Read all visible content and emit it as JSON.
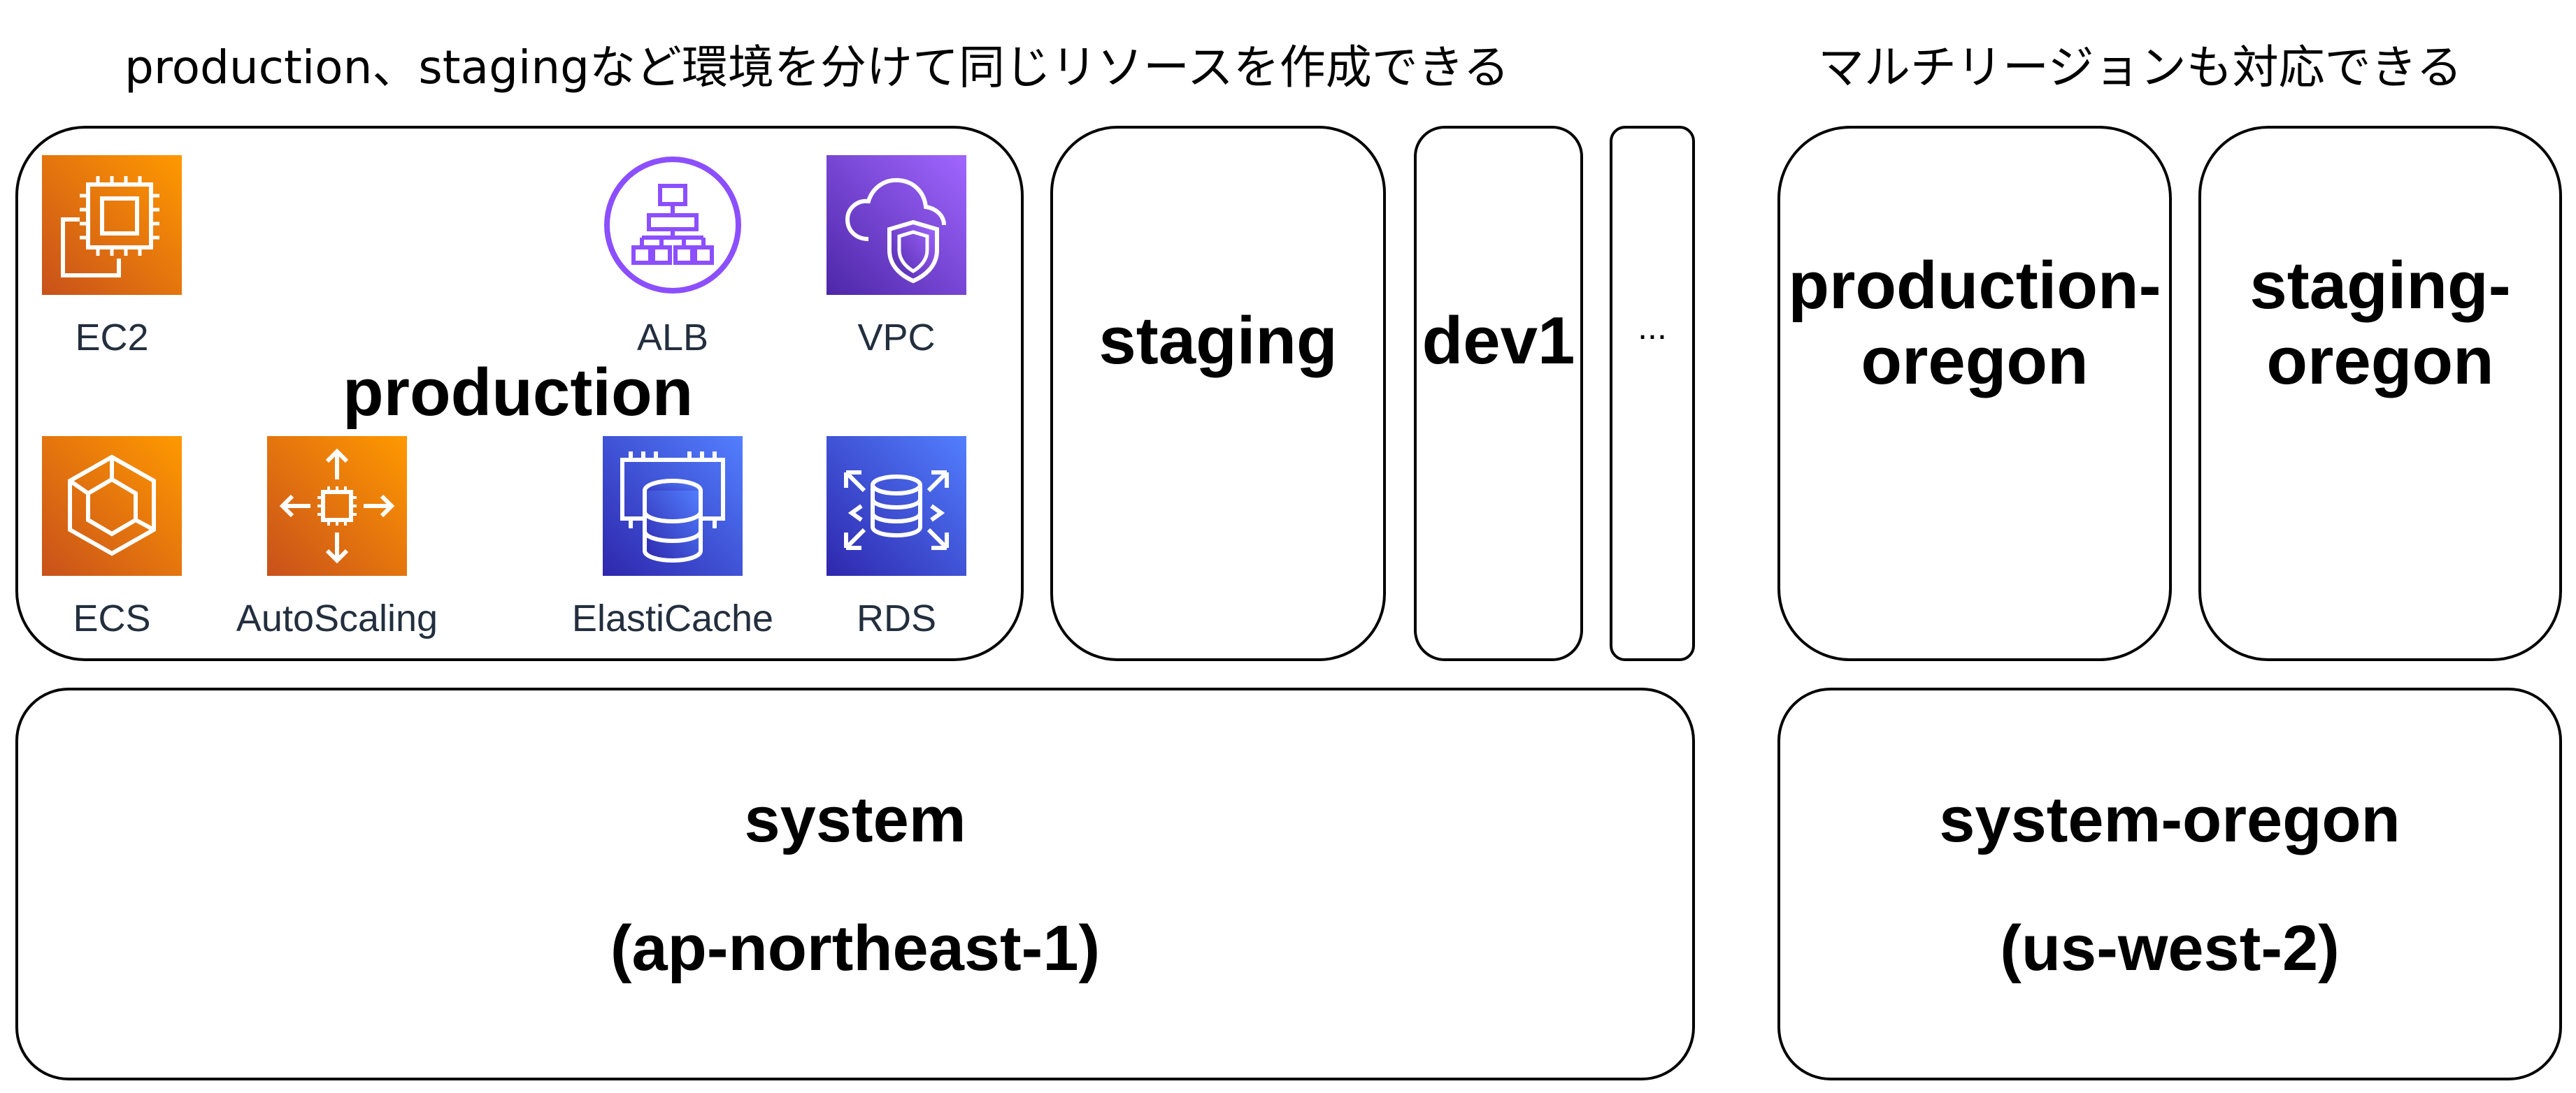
{
  "headings": {
    "left": "production、stagingなど環境を分けて同じリソースを作成できる",
    "right": "マルチリージョンも対応できる"
  },
  "environments": {
    "production": "production",
    "staging": "staging",
    "dev1": "dev1",
    "more": "...",
    "production_oregon_line1": "production-",
    "production_oregon_line2": "oregon",
    "staging_oregon_line1": "staging-",
    "staging_oregon_line2": "oregon"
  },
  "system": {
    "left_name": "system",
    "left_region": "(ap-northeast-1)",
    "right_name": "system-oregon",
    "right_region": "(us-west-2)"
  },
  "services": {
    "ec2": "EC2",
    "alb": "ALB",
    "vpc": "VPC",
    "ecs": "ECS",
    "autoscaling": "AutoScaling",
    "elasticache": "ElastiCache",
    "rds": "RDS"
  },
  "colors": {
    "compute_orange": "#e8780f",
    "network_purple": "#8c4fff",
    "database_blue": "#3b48cc",
    "label_text": "#232f3e"
  },
  "icons": {
    "ec2": "ec2-chip-icon",
    "alb": "alb-hierarchy-icon",
    "vpc": "vpc-cloud-shield-icon",
    "ecs": "ecs-hexagon-icon",
    "autoscaling": "autoscaling-chip-arrows-icon",
    "elasticache": "elasticache-memory-db-icon",
    "rds": "rds-database-icon"
  }
}
